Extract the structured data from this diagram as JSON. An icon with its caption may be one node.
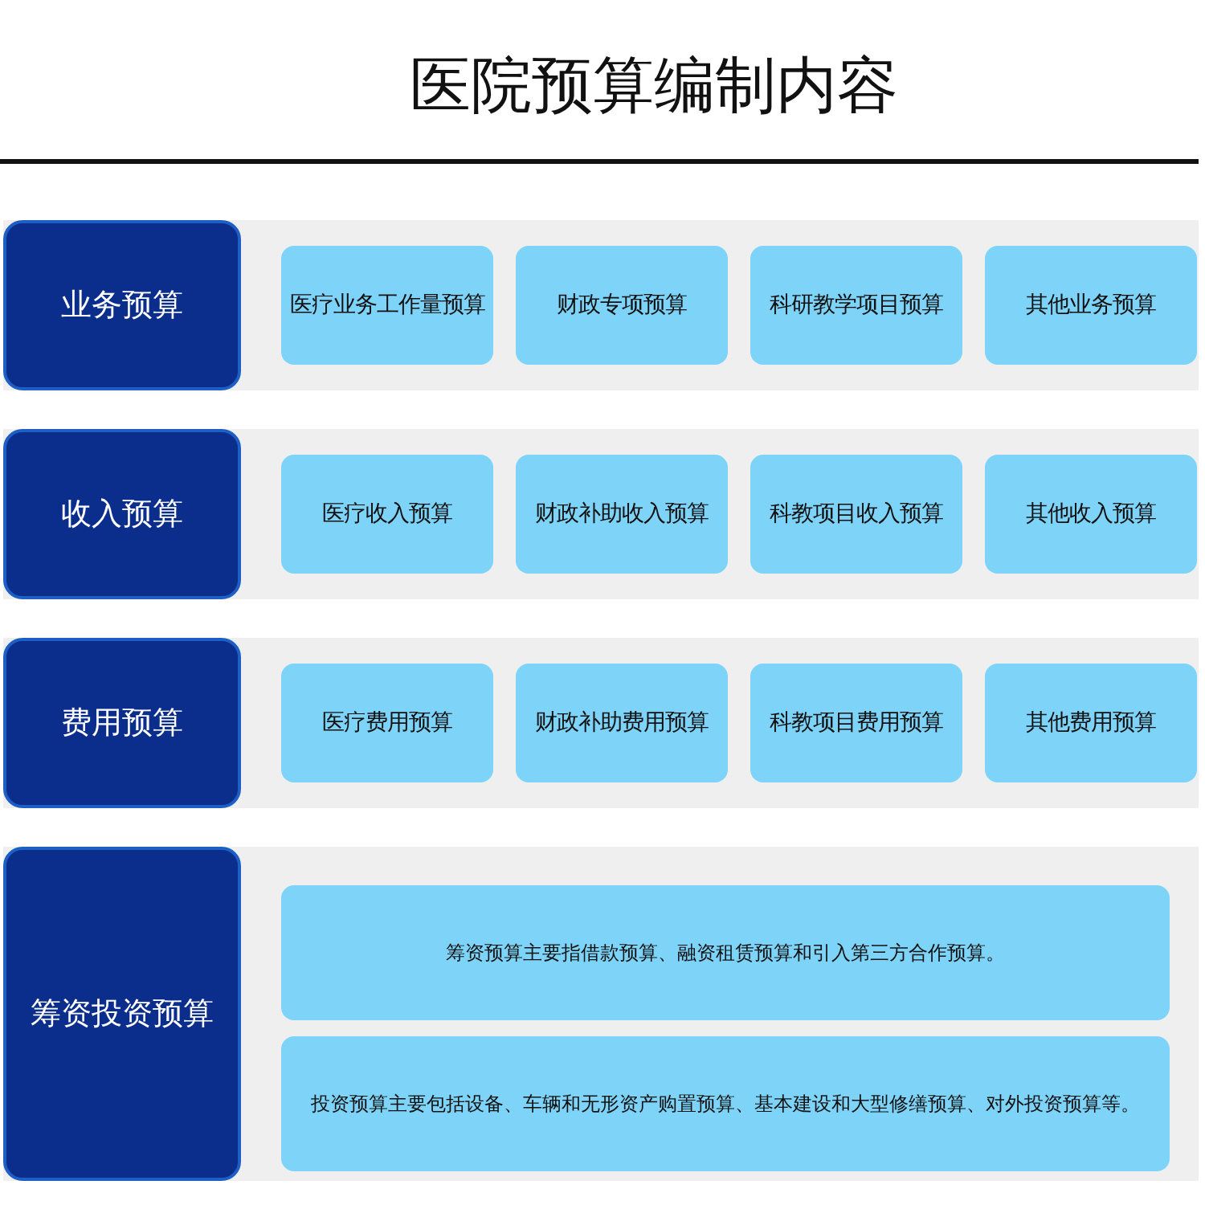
{
  "diagram": {
    "title": "医院预算编制内容",
    "nodes": [
      {
        "text": [],
        "shape": "bar"
      },
      {
        "text": [
          "业务预算"
        ],
        "in": 0
      },
      {
        "text": [
          "医疗业务工作量预算"
        ],
        "in": 0
      },
      {
        "text": [
          "财政专项预算"
        ],
        "in": 0
      },
      {
        "text": [
          "科研教学项目预算"
        ],
        "in": 0
      },
      {
        "text": [
          "其他业务预算"
        ],
        "in": 0
      },
      {
        "text": [],
        "shape": "bar"
      },
      {
        "text": [
          "收入预算"
        ],
        "in": 6
      },
      {
        "text": [
          "医疗收入预算"
        ],
        "in": 6
      },
      {
        "text": [
          "财政补助收入预算"
        ],
        "in": 6
      },
      {
        "text": [
          "科教项目收入预算"
        ],
        "in": 6
      },
      {
        "text": [
          "其他收入预算"
        ],
        "in": 6
      },
      {
        "text": [],
        "shape": "bar"
      },
      {
        "text": [
          "费用预算"
        ],
        "in": 12
      },
      {
        "text": [
          "医疗费用预算"
        ],
        "in": 12
      },
      {
        "text": [
          "财政补助费用预算"
        ],
        "in": 12
      },
      {
        "text": [
          "科教项目费用预算"
        ],
        "in": 12
      },
      {
        "text": [
          "其他费用预算"
        ],
        "in": 12
      },
      {
        "text": [],
        "shape": "bar"
      },
      {
        "text": [
          "筹资投资预算"
        ],
        "in": 18
      },
      {
        "text": [
          "筹资预算主要指借款预算、融资租赁预算和引入第三方合作预算。"
        ],
        "in": 18
      },
      {
        "text": [
          "投资预算主要包括设备、车辆和无形资产购置预算、基本建设和大型修缮预算、对外投资预算等。"
        ],
        "in": 18
      }
    ]
  }
}
